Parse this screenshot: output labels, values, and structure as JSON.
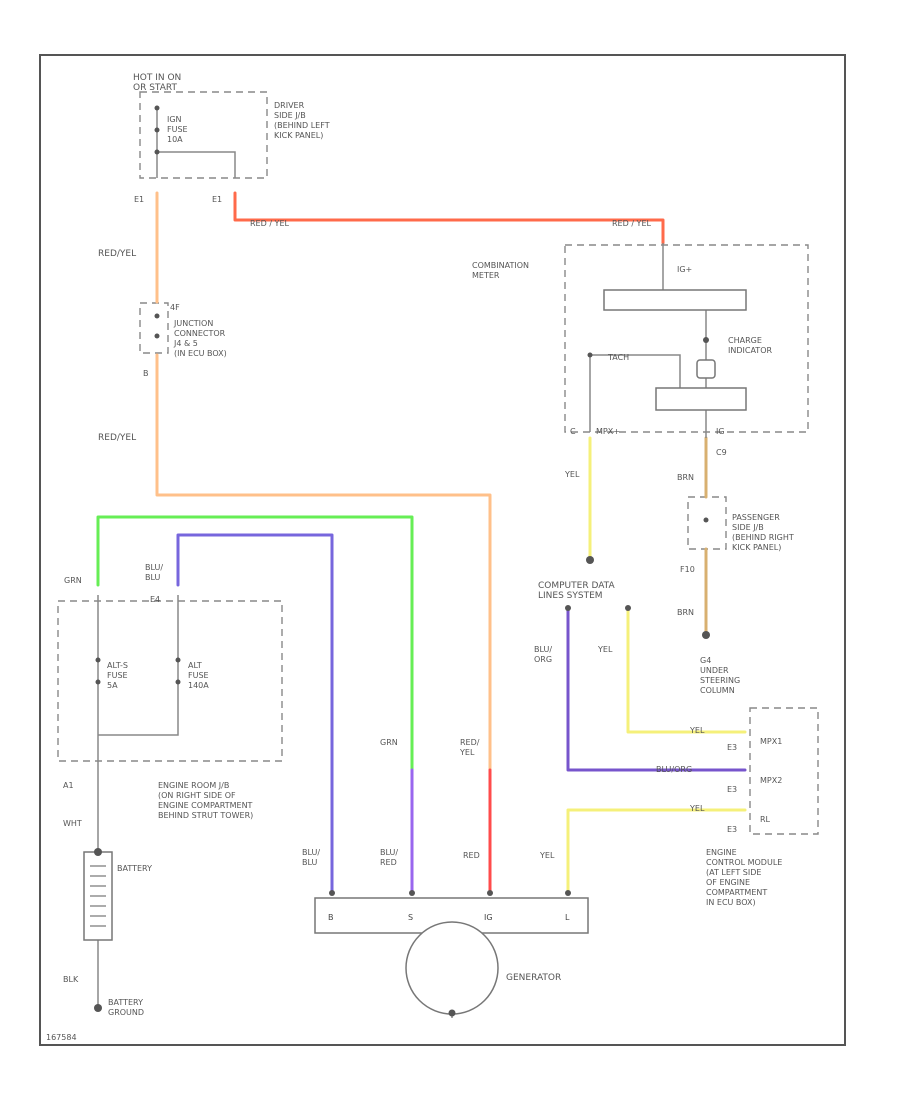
{
  "colors": {
    "frame": "#555555",
    "box_dash": "#888888",
    "wire_default": "#777777",
    "red": "#ff4c4c",
    "red_yel": "#ff9f6a",
    "red_yel_light": "#ffc08a",
    "grn": "#66ee55",
    "blu_blu": "#7766dd",
    "blu_red": "#9966ee",
    "yel": "#f5f07a",
    "brn": "#d8b070",
    "blu_org": "#7755cc"
  },
  "labels": {
    "hot_in_on_start": "HOT IN ON\nOR START",
    "ign_fuse": "IGN\nFUSE\n10A",
    "driver_jb": "DRIVER\nSIDE J/B\n(BEHIND LEFT\nKICK PANEL)",
    "e1_left": "E1",
    "e1_right": "E1",
    "red_yel_top": "RED / YEL",
    "red_yel_a": "RED / YEL",
    "red_yel_b": "RED/YEL",
    "red_yel_c": "RED/YEL",
    "combination_meter": "COMBINATION\nMETER",
    "ig_plus": "IG+",
    "charge_indicator": "CHARGE\nINDICATOR",
    "tach": "TACH",
    "mpx_plus": "MPX+",
    "ig": "IG",
    "c9": "C9",
    "c": "C",
    "jc_4f": "4F",
    "junction_connector": "JUNCTION\nCONNECTOR\nJ4 & 5\n(IN ECU BOX)",
    "jc_b": "B",
    "yel_meter": "YEL",
    "brn_a": "BRN",
    "brn_b": "BRN",
    "passenger_jb": "PASSENGER\nSIDE J/B\n(BEHIND RIGHT\nKICK PANEL)",
    "f10": "F10",
    "ground_g4": "G4\nUNDER\nSTEERING\nCOLUMN",
    "computer_data": "COMPUTER DATA\nLINES SYSTEM",
    "grn_a": "GRN",
    "blu_blu_a": "BLU/\nBLU",
    "e4": "E4",
    "alt_s_fuse": "ALT-S\nFUSE\n5A",
    "alt_fuse": "ALT\nFUSE\n140A",
    "blu_org": "BLU/\nORG",
    "yel_a": "YEL",
    "yel_ecm_a": "YEL",
    "blu_org_ecm": "BLU/ORG",
    "yel_ecm_b": "YEL",
    "mpx1": "MPX1",
    "mpx2": "MPX2",
    "rl": "RL",
    "e3_a": "E3",
    "e3_b": "E3",
    "e3_c": "E3",
    "ecm": "ENGINE\nCONTROL MODULE\n(AT LEFT SIDE\nOF ENGINE\nCOMPARTMENT\nIN ECU BOX)",
    "a1": "A1",
    "engine_room_jb": "ENGINE ROOM J/B\n(ON RIGHT SIDE OF\nENGINE COMPARTMENT\nBEHIND STRUT TOWER)",
    "wht": "WHT",
    "grn_b": "GRN",
    "red_yel_gen": "RED/\nYEL",
    "blu_blu_b": "BLU/\nBLU",
    "blu_red": "BLU/\nRED",
    "red_gen": "RED",
    "yel_gen": "YEL",
    "battery": "BATTERY",
    "blk": "BLK",
    "battery_ground": "BATTERY\nGROUND",
    "gen_b": "B",
    "gen_s": "S",
    "gen_ig": "IG",
    "gen_l": "L",
    "generator": "GENERATOR",
    "figure_id": "167584"
  }
}
